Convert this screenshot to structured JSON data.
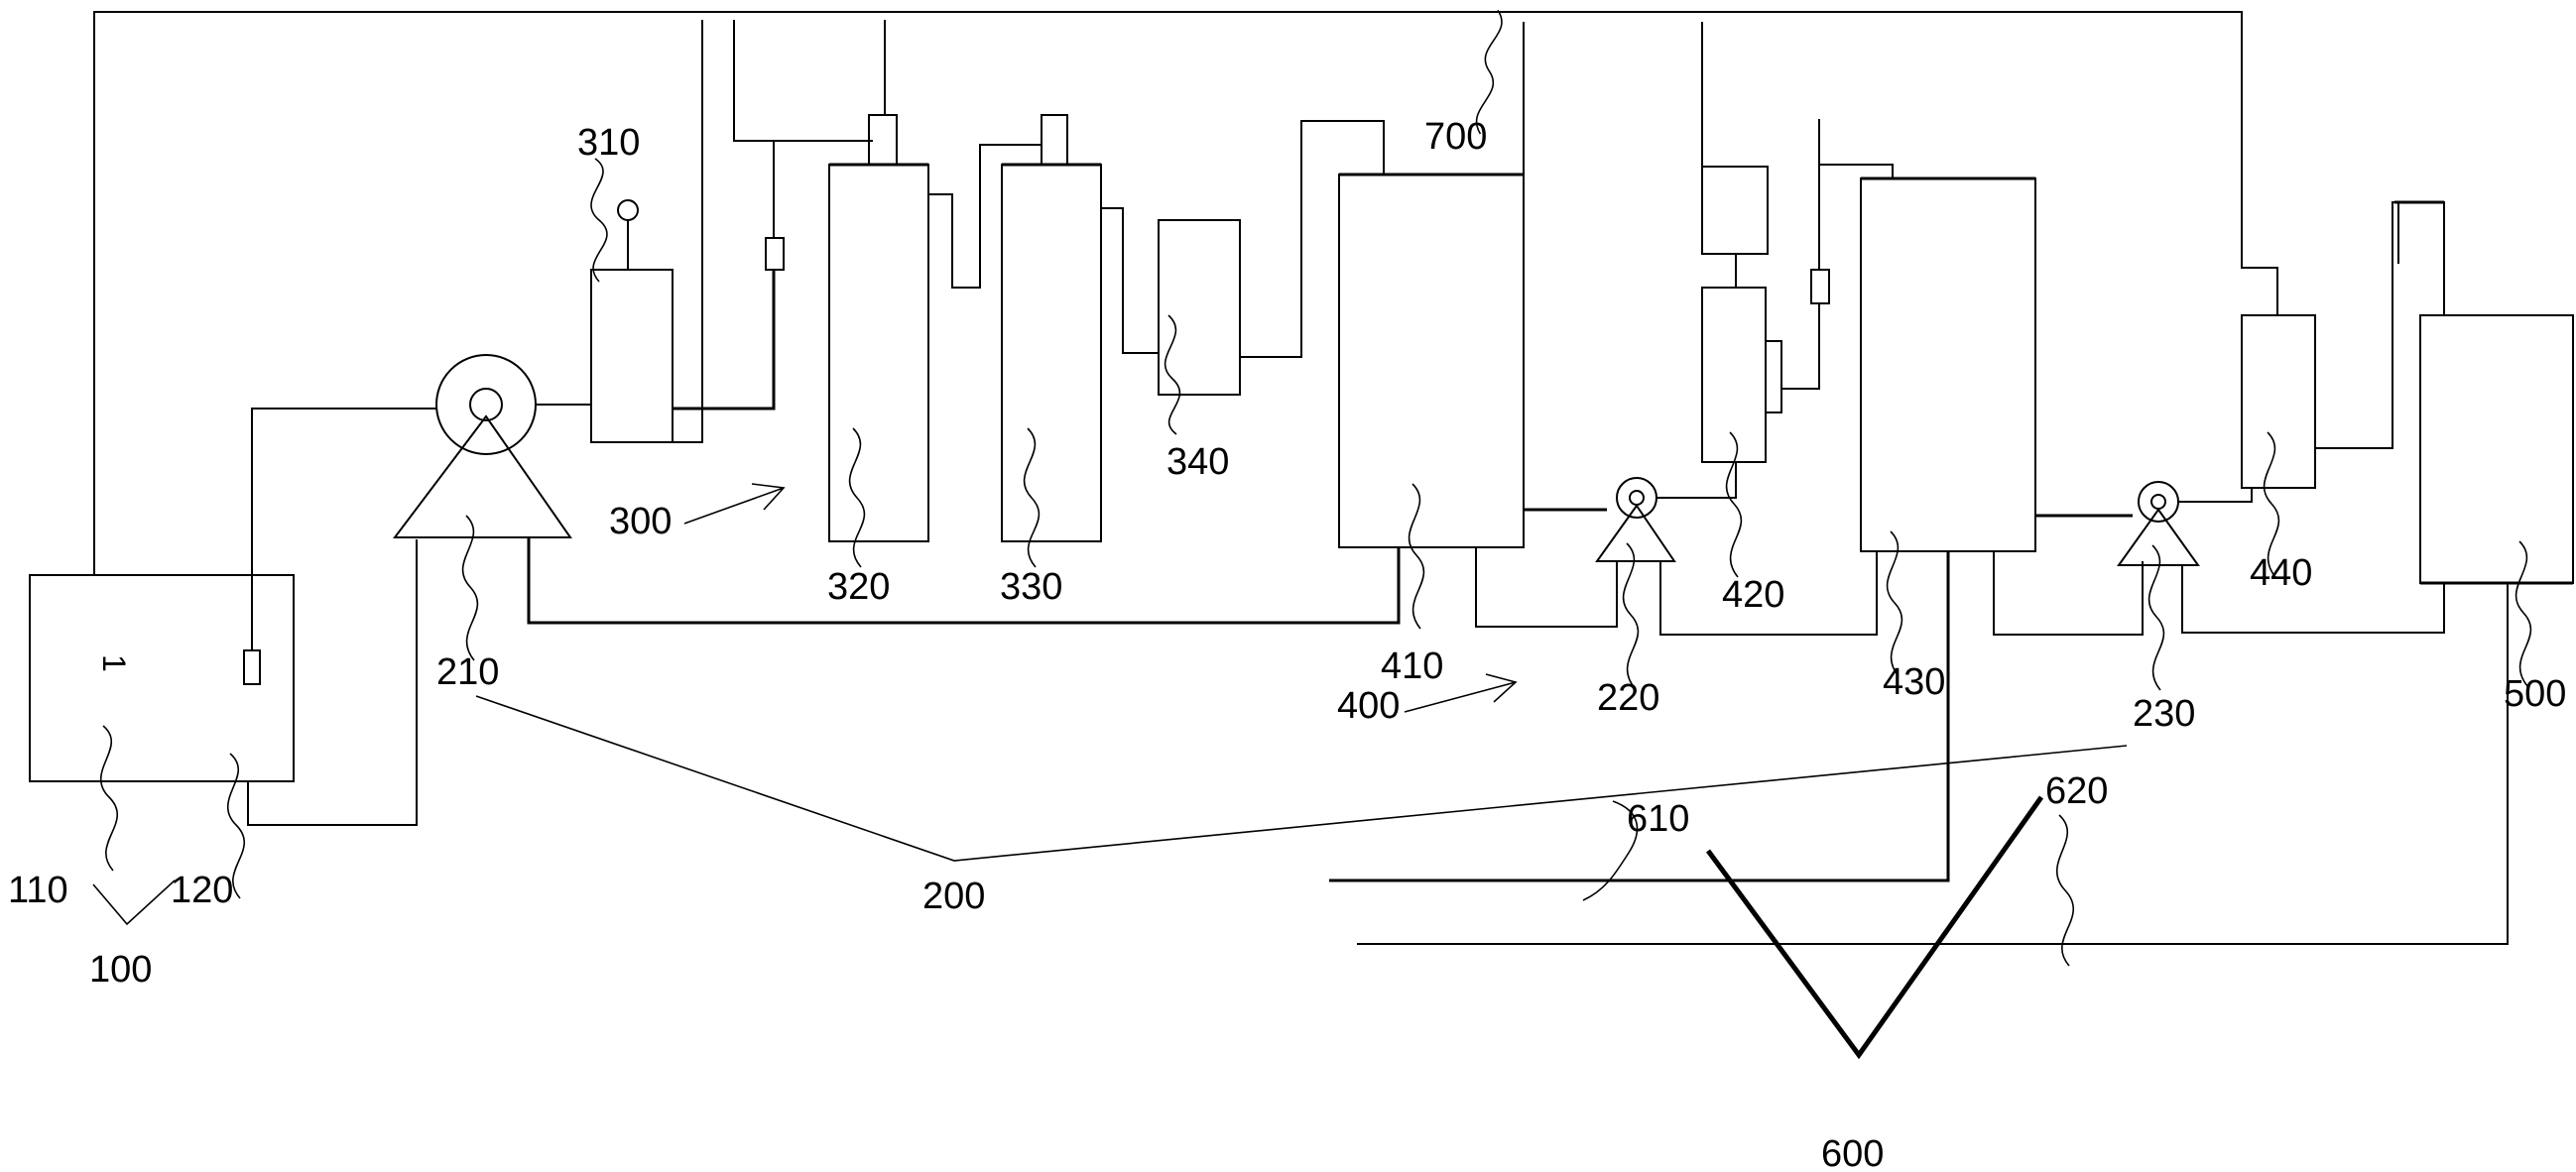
{
  "figure": {
    "labels": {
      "l100": "100",
      "l110": "110",
      "l120": "120",
      "tank_mark": "1",
      "l200": "200",
      "l210": "210",
      "l220": "220",
      "l230": "230",
      "l300": "300",
      "l310": "310",
      "l320": "320",
      "l330": "330",
      "l340": "340",
      "l400": "400",
      "l410": "410",
      "l420": "420",
      "l430": "430",
      "l440": "440",
      "l500": "500",
      "l600": "600",
      "l610": "610",
      "l620": "620",
      "l700": "700"
    }
  }
}
